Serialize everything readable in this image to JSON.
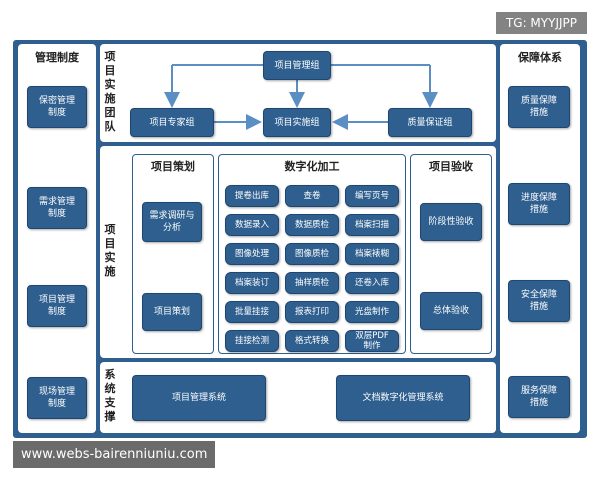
{
  "badge": "TG: MYYJJPP",
  "watermark": "www.webs-bairenniuniu.com",
  "left": {
    "title": "管理制度",
    "items": [
      "保密管理\n制度",
      "需求管理\n制度",
      "项目管理\n制度",
      "现场管理\n制度"
    ]
  },
  "right": {
    "title": "保障体系",
    "items": [
      "质量保障\n措施",
      "进度保障\n措施",
      "安全保障\n措施",
      "服务保障\n措施"
    ]
  },
  "team": {
    "label": "项\n目\n实\n施\n团\n队",
    "top": "项目管理组",
    "children": [
      "项目专家组",
      "项目实施组",
      "质量保证组"
    ]
  },
  "impl": {
    "label": "项\n目\n实\n施",
    "planning": {
      "title": "项目策划",
      "items": [
        "需求调研与\n分析",
        "项目策划"
      ]
    },
    "digital": {
      "title": "数字化加工",
      "cells": [
        "提卷出库",
        "查卷",
        "编写页号",
        "数据录入",
        "数据质检",
        "档案扫描",
        "图像处理",
        "图像质检",
        "档案裱糊",
        "档案装订",
        "抽样质检",
        "还卷入库",
        "批量挂接",
        "报表打印",
        "光盘制作",
        "挂接检测",
        "格式转换",
        "双层PDF\n制作"
      ]
    },
    "acceptance": {
      "title": "项目验收",
      "items": [
        "阶段性验收",
        "总体验收"
      ]
    }
  },
  "system": {
    "label": "系\n统\n支\n撑",
    "items": [
      "项目管理系统",
      "文档数字化管理系统"
    ]
  }
}
